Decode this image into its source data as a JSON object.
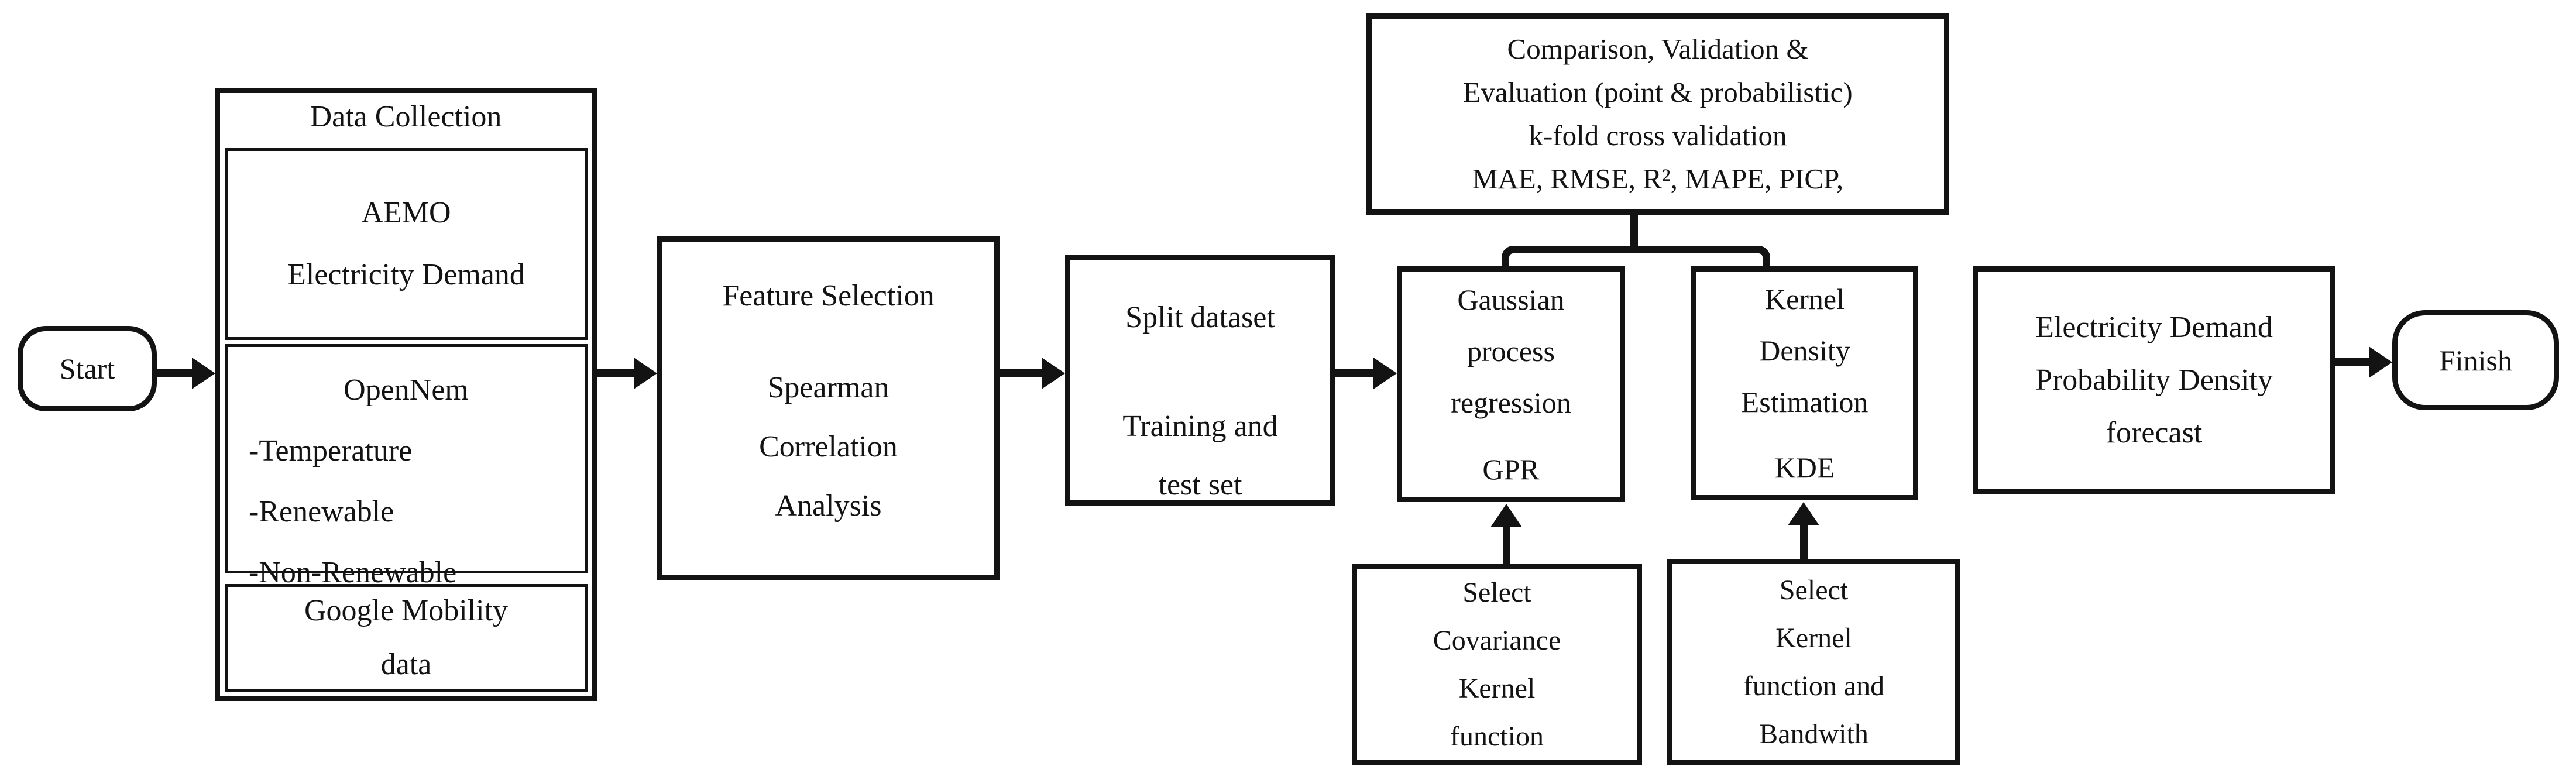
{
  "colors": {
    "ink": "#131313",
    "background": "#ffffff"
  },
  "flow": {
    "start": {
      "label": "Start"
    },
    "data_collection": {
      "title": "Data Collection",
      "aemo": {
        "lines": [
          "AEMO",
          "Electricity Demand"
        ]
      },
      "opennem": {
        "title": "OpenNem",
        "items": [
          "-Temperature",
          "-Renewable",
          "-Non-Renewable"
        ]
      },
      "google": {
        "lines": [
          "Google Mobility",
          "data"
        ]
      }
    },
    "feature_selection": {
      "title": "Feature Selection",
      "lines": [
        "Spearman",
        "Correlation",
        "Analysis"
      ]
    },
    "split_dataset": {
      "title": "Split dataset",
      "lines": [
        "Training and",
        "test set"
      ]
    },
    "evaluation": {
      "lines": [
        "Comparison, Validation &",
        "Evaluation (point & probabilistic)",
        "k-fold cross validation",
        "MAE, RMSE, R², MAPE, PICP,"
      ]
    },
    "gpr": {
      "lines": [
        "Gaussian",
        "process",
        "regression"
      ],
      "abbr": "GPR"
    },
    "kde": {
      "lines": [
        "Kernel",
        "Density",
        "Estimation"
      ],
      "abbr": "KDE"
    },
    "select_covariance": {
      "lines": [
        "Select",
        "Covariance",
        "Kernel",
        "function"
      ]
    },
    "select_kernel": {
      "lines": [
        "Select",
        "Kernel",
        "function and",
        "Bandwith"
      ]
    },
    "forecast": {
      "lines": [
        "Electricity Demand",
        "Probability Density",
        "forecast"
      ]
    },
    "finish": {
      "label": "Finish"
    }
  }
}
